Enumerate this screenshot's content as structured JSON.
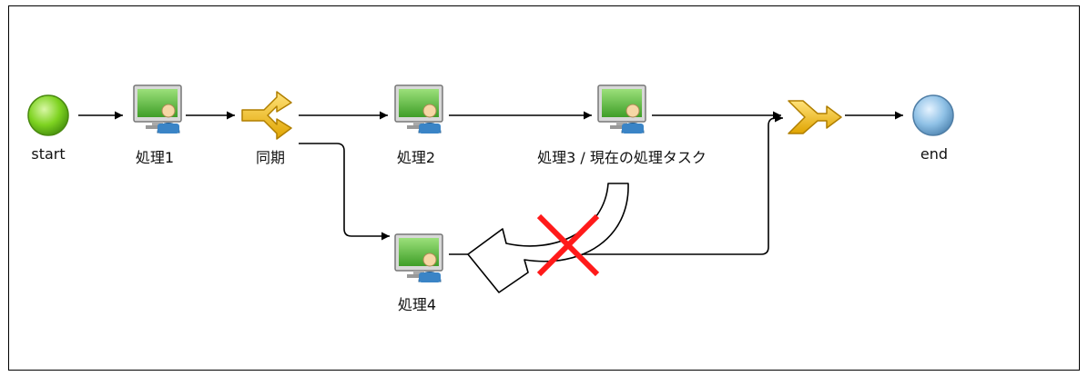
{
  "nodes": {
    "start": {
      "label": "start",
      "type": "start-event"
    },
    "task1": {
      "label": "処理1",
      "type": "user-task"
    },
    "sync": {
      "label": "同期",
      "type": "split-gateway"
    },
    "task2": {
      "label": "処理2",
      "type": "user-task"
    },
    "task3": {
      "label": "処理3 / 現在の処理タスク",
      "type": "user-task"
    },
    "join": {
      "label": "",
      "type": "join-gateway"
    },
    "end": {
      "label": "end",
      "type": "end-event"
    },
    "task4": {
      "label": "処理4",
      "type": "user-task"
    }
  },
  "annotations": {
    "return_arrow": "hollow-curved-arrow",
    "blocked_mark": "red-x",
    "blocked_color": "#ff0000"
  },
  "colors": {
    "start_fill": "#7ed321",
    "end_fill": "#8fc1e6",
    "gateway_fill": "#f5c518",
    "monitor_fill": "#5bbf3c"
  }
}
